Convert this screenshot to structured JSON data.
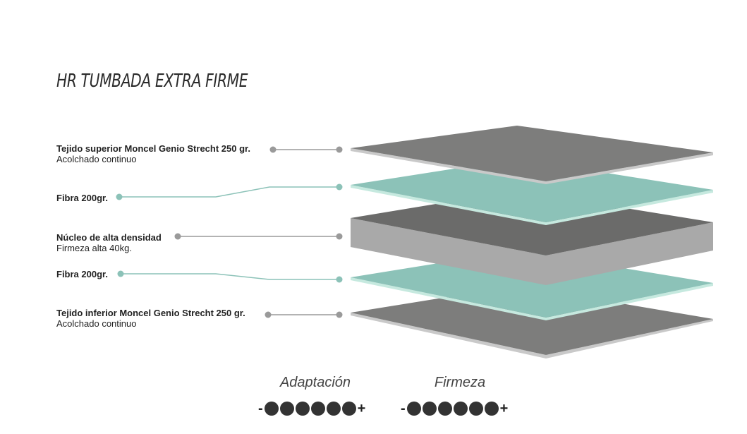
{
  "title": "HR TUMBADA EXTRA FIRME",
  "layers": [
    {
      "name": "Tejido superior Moncel Genio Strecht 250 gr.",
      "sub": "Acolchado continuo",
      "color": "#7d7d7c",
      "dot_color": "#9a9a9a"
    },
    {
      "name": "Fibra 200gr.",
      "sub": "",
      "color": "#8cc2b8",
      "dot_color": "#8cc2b8"
    },
    {
      "name": "Núcleo de alta densidad",
      "sub": "Firmeza alta 40kg.",
      "color": "#6b6b6a",
      "dot_color": "#9a9a9a"
    },
    {
      "name": "Fibra 200gr.",
      "sub": "",
      "color": "#8cc2b8",
      "dot_color": "#8cc2b8"
    },
    {
      "name": "Tejido inferior Moncel Genio Strecht 250 gr.",
      "sub": "Acolchado continuo",
      "color": "#7d7d7c",
      "dot_color": "#9a9a9a"
    }
  ],
  "ratings": [
    {
      "label": "Adaptación",
      "minus": "-",
      "plus": "+",
      "dots": 6
    },
    {
      "label": "Firmeza",
      "minus": "-",
      "plus": "+",
      "dots": 6
    }
  ]
}
